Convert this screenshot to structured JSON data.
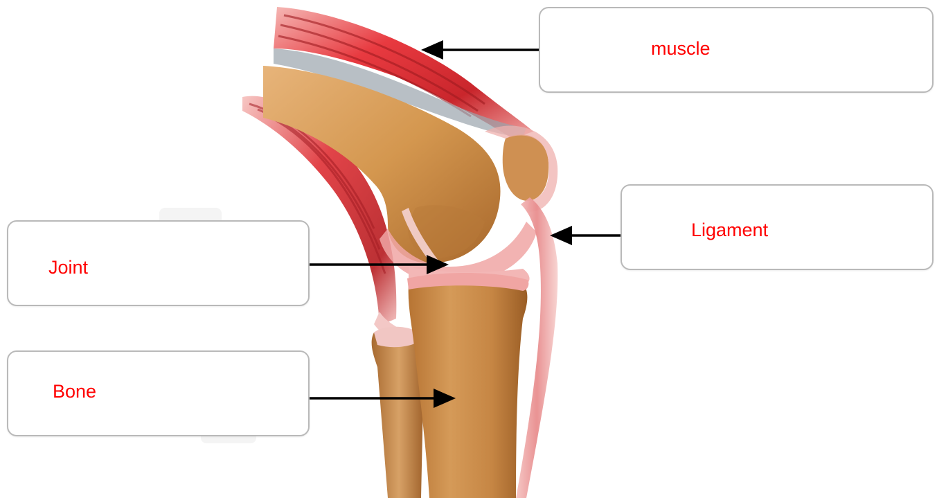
{
  "labels": {
    "muscle": "muscle",
    "ligament": "Ligament",
    "joint": "Joint",
    "bone": "Bone"
  },
  "colors": {
    "label_text": "#ff0000",
    "muscle": "#e2333b",
    "bone": "#c98a4a",
    "cartilage": "#f1a9a7",
    "arrow": "#000000"
  }
}
